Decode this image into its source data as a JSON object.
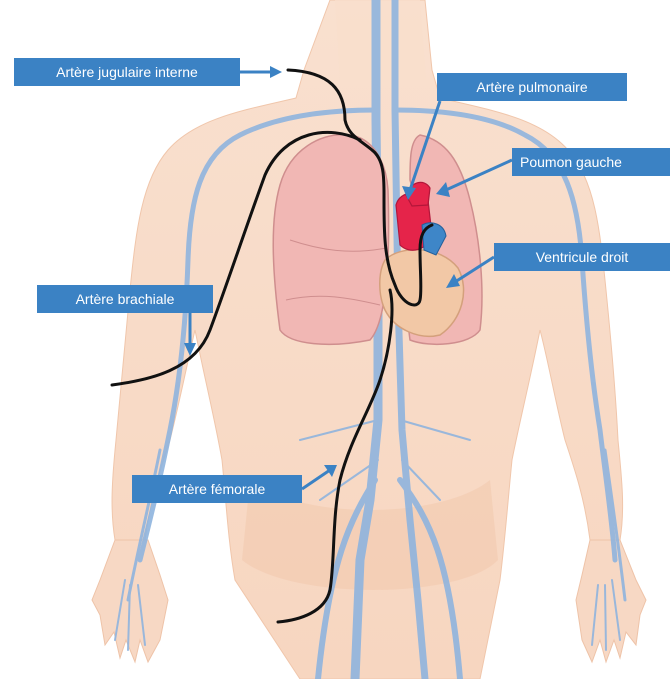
{
  "labels": {
    "jugular": "Artère jugulaire interne",
    "pulmonary": "Artère pulmonaire",
    "lung": "Poumon gauche",
    "ventricle": "Ventricule droit",
    "brachial": "Artère brachiale",
    "femoral": "Artère fémorale"
  },
  "colors": {
    "label_bg": "#3b82c4",
    "label_text": "#ffffff",
    "skin": "#f6d2b8",
    "vessel": "#8fb4de",
    "lung": "#f1b7b4",
    "heart": "#e5244a",
    "heart_blue": "#3e86c8",
    "catheter": "#111111"
  }
}
